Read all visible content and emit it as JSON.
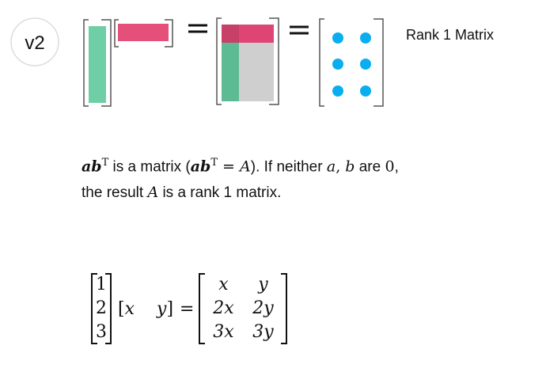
{
  "badge": "v2",
  "title": "Rank 1 Matrix",
  "colors": {
    "green": "#6fcea5",
    "pink": "#e5507a",
    "dark_green": "#5dbb93",
    "dark_pink": "#c64068",
    "gray": "#cfcfcf",
    "dot": "#0aaef0"
  },
  "paragraph": {
    "ab": "ab",
    "T": "T",
    "t1": " is a matrix (",
    "eq": " = ",
    "A": "A",
    "t2": "). If neither ",
    "a": "a",
    "comma": ", ",
    "b": "b",
    "t3": " are ",
    "zero": "0",
    "t4": ",",
    "line2a": "the result ",
    "line2b": " is a rank 1 matrix."
  },
  "equation": {
    "column": [
      "1",
      "2",
      "3"
    ],
    "row": [
      "x",
      "y"
    ],
    "equals": "=",
    "result": [
      "x",
      "y",
      "2x",
      "2y",
      "3x",
      "3y"
    ]
  }
}
